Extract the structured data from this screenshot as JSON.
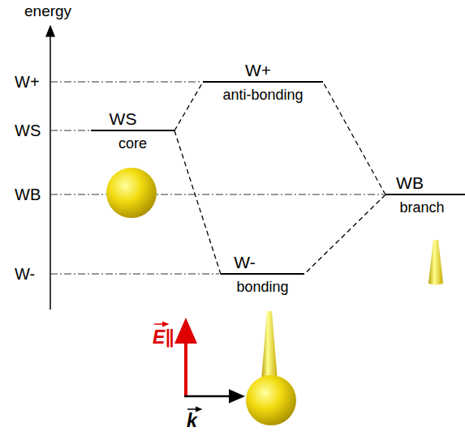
{
  "diagram": {
    "nodes": [
      {
        "text": [
          "WS",
          "core"
        ]
      },
      {
        "text": [
          "W+",
          "anti-bonding"
        ]
      },
      {
        "text": [
          "W-",
          "bonding"
        ]
      },
      {
        "text": [
          "WB",
          "branch"
        ]
      }
    ],
    "edges": [
      {
        "from": 0,
        "to": 1,
        "arrow": "none"
      },
      {
        "from": 0,
        "to": 2,
        "arrow": "none"
      },
      {
        "from": 3,
        "to": 1,
        "arrow": "none"
      },
      {
        "from": 3,
        "to": 2,
        "arrow": "none"
      }
    ],
    "labels": [
      "energy",
      "W+",
      "WS",
      "WB",
      "W-",
      "E∥",
      "k"
    ]
  }
}
